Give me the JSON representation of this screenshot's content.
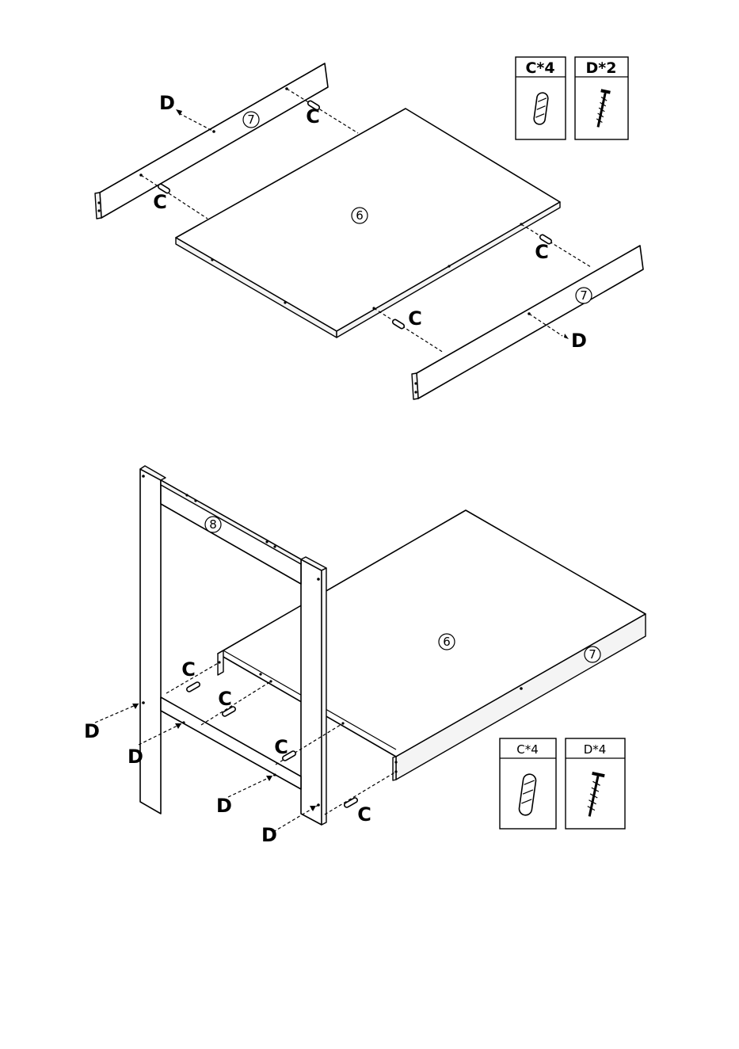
{
  "step1": {
    "labels": {
      "d_left": "D",
      "d_right": "D",
      "c_top_right": "C",
      "c_top_left": "C",
      "c_bottom_right": "C",
      "c_bottom_center": "C"
    },
    "part_numbers": {
      "rail_top": "7",
      "panel": "6",
      "rail_bottom": "7"
    },
    "hardware": {
      "dowel_label": "C*4",
      "screw_label": "D*2"
    }
  },
  "step2": {
    "labels": {
      "c1": "C",
      "c2": "C",
      "c3": "C",
      "c4": "C",
      "d1": "D",
      "d2": "D",
      "d3": "D",
      "d4": "D"
    },
    "part_numbers": {
      "frame": "8",
      "panel": "6",
      "rail": "7"
    },
    "hardware": {
      "dowel_label": "C*4",
      "screw_label": "D*4"
    }
  }
}
